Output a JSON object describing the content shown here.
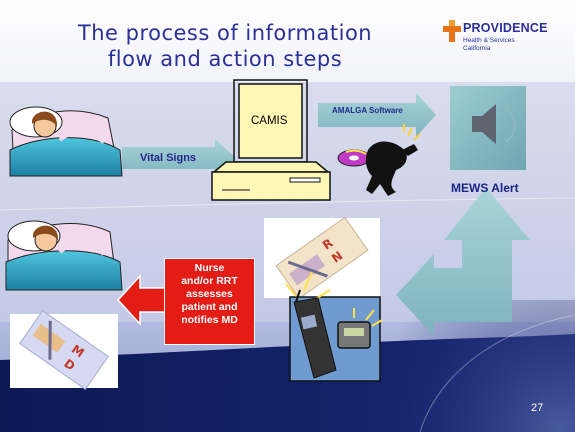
{
  "slide": {
    "title_line1": "The process of information",
    "title_line2": "flow and action steps",
    "page_number": "27"
  },
  "logo": {
    "name": "PROVIDENCE",
    "sub1": "Health & Services",
    "sub2": "California"
  },
  "flow": {
    "vital_signs": "Vital Signs",
    "computer_screen": "CAMIS",
    "software": "AMALGA Software",
    "alert": "MEWS Alert"
  },
  "callout": {
    "lines": [
      "Nurse",
      "and/or RRT",
      "assesses",
      "patient and",
      "notifies MD"
    ]
  },
  "colors": {
    "title": "#2b2f9a",
    "callout": "#e31c16",
    "arrow_fill": "#8fc0c8",
    "dark_band": "#12205e"
  }
}
